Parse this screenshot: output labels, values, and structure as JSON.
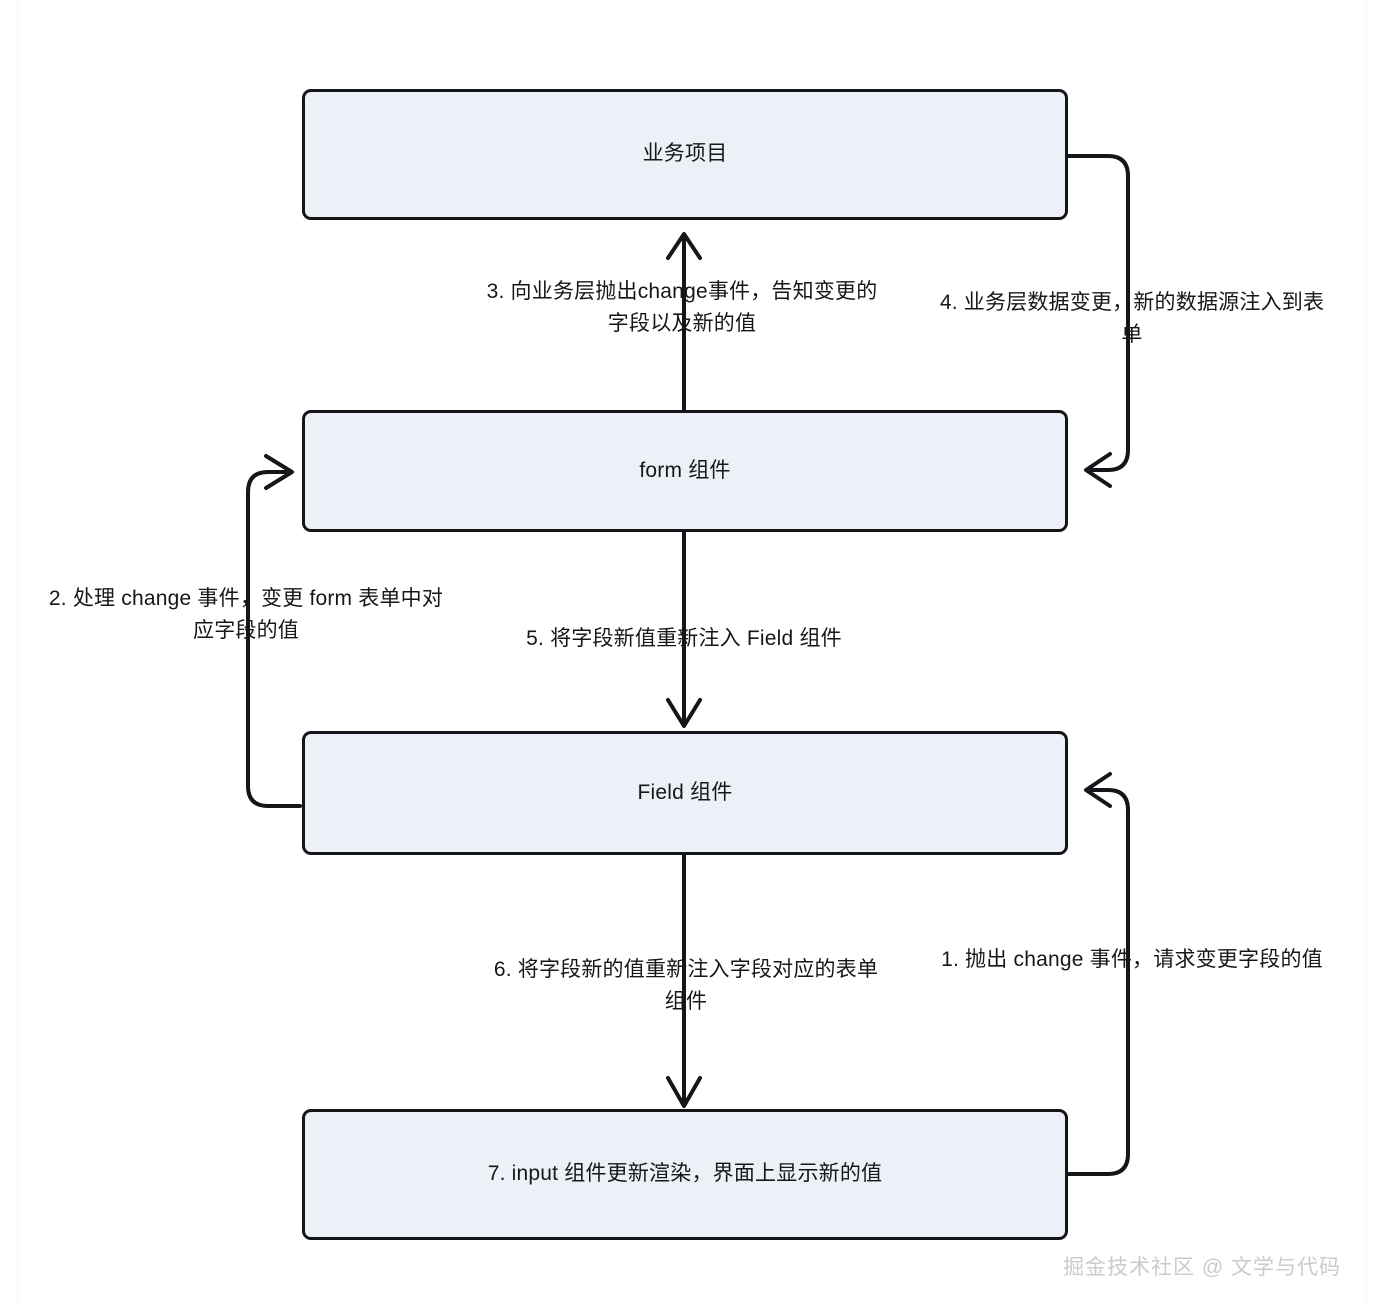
{
  "diagram": {
    "type": "flowchart",
    "title": "表单数据流转流程图",
    "background_color": "#ffffff",
    "node_fill_color": "#eef0f8",
    "node_border_color": "#14161a",
    "edge_color": "#14161a",
    "nodes": [
      {
        "id": "business",
        "label": "业务项目"
      },
      {
        "id": "form",
        "label": "form 组件"
      },
      {
        "id": "field",
        "label": "Field 组件"
      },
      {
        "id": "input",
        "label": "7. input 组件更新渲染，界面上显示新的值"
      }
    ],
    "edges": [
      {
        "id": "edge-1",
        "from": "input",
        "to": "field",
        "label": "1. 抛出 change 事件，请求变更字段的值"
      },
      {
        "id": "edge-2",
        "from": "field",
        "to": "form",
        "label": "2. 处理 change 事件，变更 form 表单中对\n应字段的值"
      },
      {
        "id": "edge-3",
        "from": "form",
        "to": "business",
        "label": "3. 向业务层抛出change事件，告知变更的\n字段以及新的值"
      },
      {
        "id": "edge-4",
        "from": "business",
        "to": "form",
        "label": "4. 业务层数据变更，新的数据源注入到表\n单"
      },
      {
        "id": "edge-5",
        "from": "form",
        "to": "field",
        "label": "5. 将字段新值重新注入 Field 组件"
      },
      {
        "id": "edge-6",
        "from": "field",
        "to": "input",
        "label": "6. 将字段新的值重新注入字段对应的表单\n组件"
      }
    ]
  },
  "watermark": {
    "text": "掘金技术社区 @ 文学与代码"
  }
}
